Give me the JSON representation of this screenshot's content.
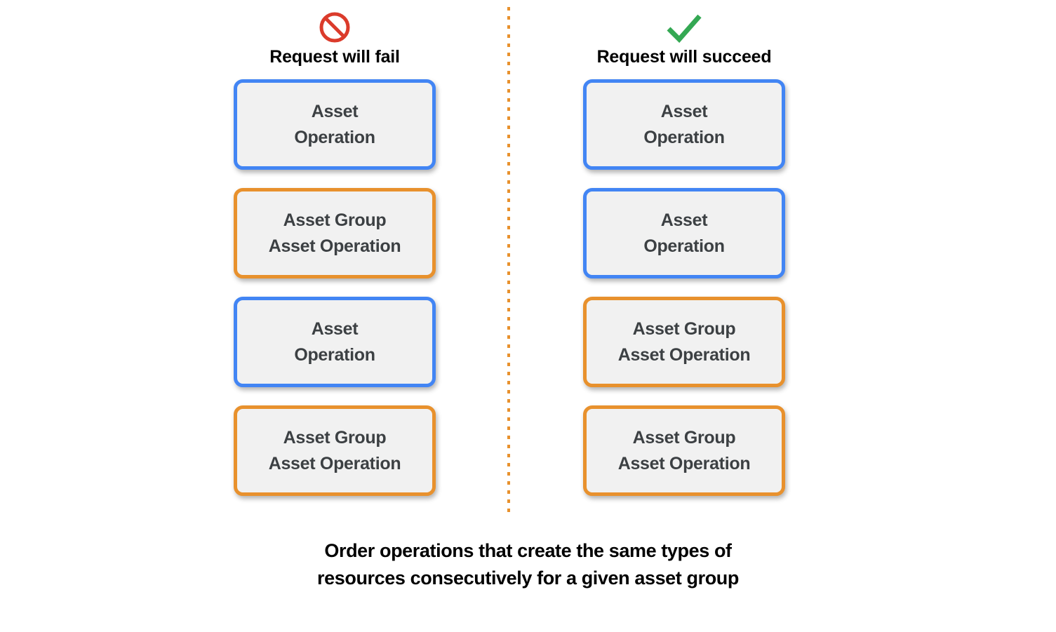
{
  "colors": {
    "blue": "#4285F4",
    "orange": "#E8912D",
    "red": "#DB3B2B",
    "green": "#34A853",
    "box_fill": "#F1F1F1",
    "text": "#3C4043",
    "heading": "#000000",
    "background": "#FFFFFF"
  },
  "columns": [
    {
      "id": "fail",
      "icon": "prohibition-icon",
      "icon_color": "#DB3B2B",
      "title": "Request will fail",
      "boxes": [
        {
          "label": "Asset\nOperation",
          "type": "asset",
          "border": "blue"
        },
        {
          "label": "Asset Group\nAsset Operation",
          "type": "asset-group",
          "border": "orange"
        },
        {
          "label": "Asset\nOperation",
          "type": "asset",
          "border": "blue"
        },
        {
          "label": "Asset Group\nAsset Operation",
          "type": "asset-group",
          "border": "orange"
        }
      ]
    },
    {
      "id": "succeed",
      "icon": "checkmark-icon",
      "icon_color": "#34A853",
      "title": "Request will succeed",
      "boxes": [
        {
          "label": "Asset\nOperation",
          "type": "asset",
          "border": "blue"
        },
        {
          "label": "Asset\nOperation",
          "type": "asset",
          "border": "blue"
        },
        {
          "label": "Asset Group\nAsset Operation",
          "type": "asset-group",
          "border": "orange"
        },
        {
          "label": "Asset Group\nAsset Operation",
          "type": "asset-group",
          "border": "orange"
        }
      ]
    }
  ],
  "divider": {
    "style": "dotted",
    "color": "#E8912D"
  },
  "caption": "Order operations that create the same types of\nresources consecutively for a given asset group"
}
